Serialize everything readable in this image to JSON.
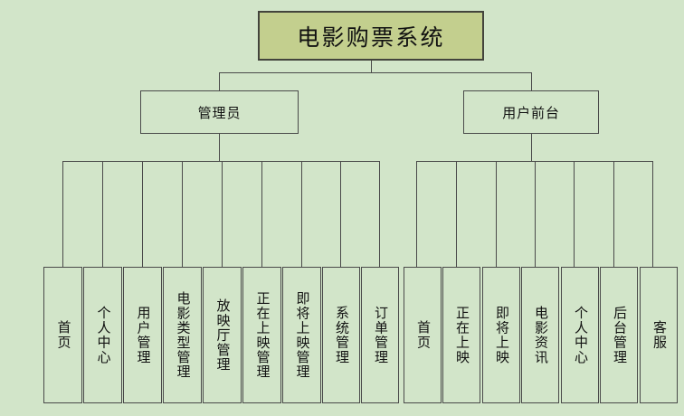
{
  "diagram": {
    "title": "电影购票系统",
    "type": "system-function-tree",
    "colors": {
      "background": "#d2e5c9",
      "root_fill": "#c3cf8e",
      "node_fill": "#d2e5c9",
      "border": "#4a4a4a",
      "text": "#111111"
    },
    "root": {
      "label": "电影购票系统"
    },
    "branches": [
      {
        "key": "admin",
        "label": "管理员",
        "children": [
          {
            "label": "首页"
          },
          {
            "label": "个人中心"
          },
          {
            "label": "用户管理"
          },
          {
            "label": "电影类型管理"
          },
          {
            "label": "放映厅管理"
          },
          {
            "label": "正在上映管理"
          },
          {
            "label": "即将上映管理"
          },
          {
            "label": "系统管理"
          },
          {
            "label": "订单管理"
          }
        ]
      },
      {
        "key": "frontend",
        "label": "用户前台",
        "children": [
          {
            "label": "首页"
          },
          {
            "label": "正在上映"
          },
          {
            "label": "即将上映"
          },
          {
            "label": "电影资讯"
          },
          {
            "label": "个人中心"
          },
          {
            "label": "后台管理"
          },
          {
            "label": "客服"
          }
        ]
      }
    ]
  }
}
